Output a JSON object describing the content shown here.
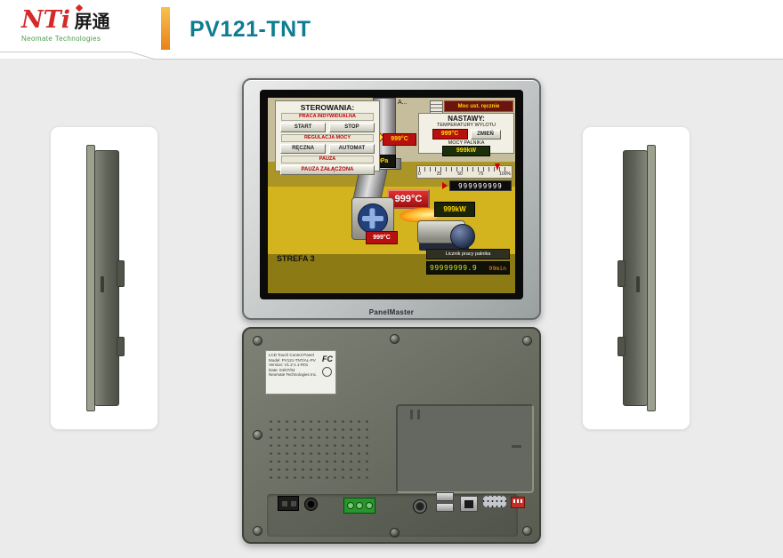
{
  "colors": {
    "accent_teal": "#0e7d92",
    "accent_orange": "#e8821a",
    "logo_red": "#d42a2a",
    "alarm_red": "#b81010",
    "value_yellow": "#ffd900"
  },
  "header": {
    "logo": {
      "name": "NTi",
      "cn": "屏通",
      "subtitle": "Neomate Technologies"
    },
    "title": "PV121-TNT"
  },
  "front_view": {
    "brand": "PanelMaster",
    "screen": {
      "control_panel": {
        "title": "STEROWANIA:",
        "mode_label": "PRACA INDYWIDUALNA",
        "btn_start": "START",
        "btn_stop": "STOP",
        "section_power": "REGULACJA MOCY",
        "btn_manual": "RĘCZNA",
        "btn_auto": "AUTOMAT",
        "section_pause": "PAUZA",
        "btn_pause": "PAUZA ZAŁĄCZONA"
      },
      "chimney_label": "A...",
      "chimney_temp": "999°C",
      "pressure": "-999Pa",
      "mode_button": "Moc ust. ręcznie",
      "settings_panel": {
        "title": "NASTAWY:",
        "temp_label": "TEMPERATURY WYLOTU",
        "temp_value": "999°C",
        "btn_change": "ZMIEŃ",
        "power_label": "MOCY PALNIKA",
        "power_value": "999kW"
      },
      "gauge": {
        "ticks": [
          "0",
          "25",
          "50",
          "75",
          "100%"
        ],
        "counter": "999999999"
      },
      "flame_temp": "999°C",
      "burner_power": "999kW",
      "burner_temp": "999°C",
      "zone_label": "STREFA 3",
      "hours_label": "Licznik pracy palnika",
      "hours_value": "99999999.9",
      "hours_unit": "99min"
    }
  },
  "back_view": {
    "label_lines": [
      "LCD Touch Control Panel",
      "Model: PV121-TNT/AL-PV",
      "Version: V1.2-1.1-R01",
      "Date: 04/07/04",
      "Neomate Technologies Inc."
    ],
    "fcc": "FC"
  }
}
